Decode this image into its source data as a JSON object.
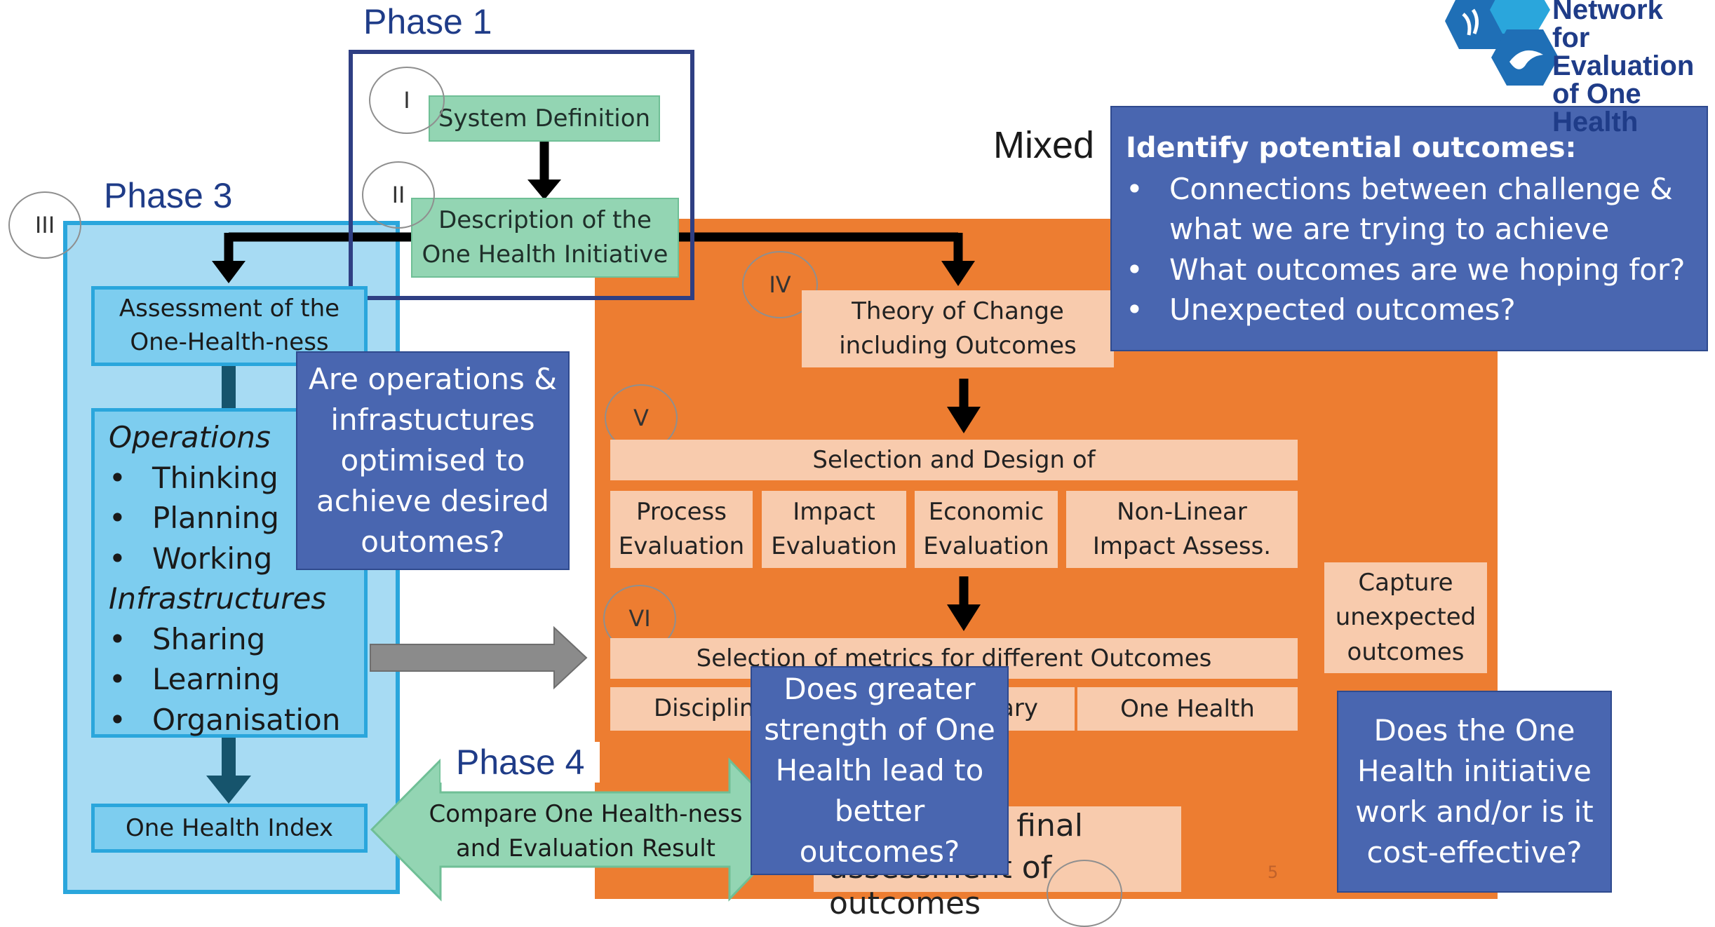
{
  "phases": {
    "p1": "Phase 1",
    "p3": "Phase 3",
    "p4": "Phase 4"
  },
  "logo": {
    "line1": "Network",
    "line2": "for Evaluation",
    "line3": "of One Health"
  },
  "roman": {
    "i": "I",
    "ii": "II",
    "iii": "III",
    "iv": "IV",
    "v": "V",
    "vi": "VI"
  },
  "system_definition": "System Definition",
  "description": [
    "Description of the",
    "One Health Initiative"
  ],
  "mixed": "Mixed",
  "identify": {
    "title": "Identify potential outcomes:",
    "bullets": [
      [
        "Connections between challenge &",
        "what we  are trying to achieve"
      ],
      [
        "What outcomes are we hoping for?"
      ],
      [
        "Unexpected outcomes?"
      ]
    ]
  },
  "assessment": [
    "Assessment of the",
    "One-Health-ness"
  ],
  "operations": {
    "heading1": "Operations",
    "items1": [
      "Thinking",
      "Planning",
      "Working"
    ],
    "heading2": "Infrastructures",
    "items2": [
      "Sharing",
      "Learning",
      "Organisation"
    ]
  },
  "are_operations_note": [
    "Are operations &",
    "infrastuctures",
    "optimised to",
    "achieve desired",
    "outomes?"
  ],
  "one_health_index": "One Health Index",
  "compare": [
    "Compare One Health-ness",
    "and Evaluation Result"
  ],
  "theory_of_change": [
    "Theory of Change",
    "including Outcomes"
  ],
  "selection_design": "Selection and Design of",
  "evaluations": [
    [
      "Process",
      "Evaluation"
    ],
    [
      "Impact",
      "Evaluation"
    ],
    [
      "Economic",
      "Evaluation"
    ],
    [
      "Non-Linear",
      "Impact Assess."
    ]
  ],
  "capture": [
    "Capture",
    "unexpected",
    "outcomes"
  ],
  "metrics": "Selection of metrics for different Outcomes",
  "discipline": "Disciplin",
  "ary": "ary",
  "one_health": "One Health",
  "greater_note": [
    "Does greater",
    "strength of One",
    "Health lead to",
    "better",
    "outcomes?"
  ],
  "final": [
    "t final",
    "assessment of outcomes"
  ],
  "initiative_note": [
    "Does the One",
    "Health initiative",
    "work and/or is it",
    "cost-effective?"
  ],
  "slide_number": "5",
  "colors": {
    "phase_text": "#1f3c88",
    "light_blue": "#a7dbf3",
    "mid_blue": "#7dcdef",
    "blue_border": "#2aa6dc",
    "green": "#93d5b3",
    "orange": "#ed7d31",
    "peach": "#f8cbad",
    "note_blue": "#4966b0",
    "dark_teal": "#16546c"
  }
}
